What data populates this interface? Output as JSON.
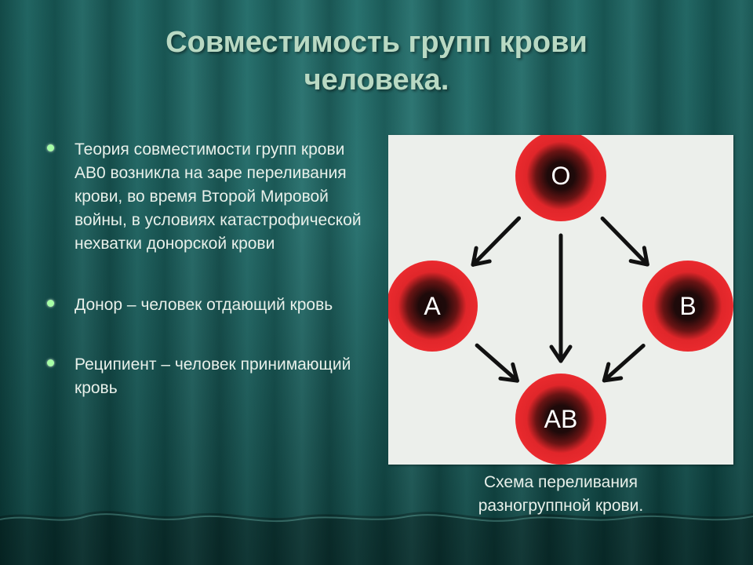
{
  "slide": {
    "title_line1": "Совместимость групп крови",
    "title_line2": "человека."
  },
  "bullets": [
    {
      "text": "Теория совместимости групп крови АВ0 возникла на заре переливания крови, во время Второй Мировой войны, в условиях катастрофической нехватки донорской крови"
    },
    {
      "text": "Донор –  человек отдающий кровь"
    },
    {
      "text": "Реципиент – человек принимающий кровь"
    }
  ],
  "diagram": {
    "nodes": [
      {
        "id": "O",
        "label": "O"
      },
      {
        "id": "A",
        "label": "A"
      },
      {
        "id": "B",
        "label": "B"
      },
      {
        "id": "AB",
        "label": "AB"
      }
    ],
    "edges": [
      {
        "from": "O",
        "to": "A"
      },
      {
        "from": "O",
        "to": "B"
      },
      {
        "from": "O",
        "to": "AB"
      },
      {
        "from": "A",
        "to": "AB"
      },
      {
        "from": "B",
        "to": "AB"
      }
    ],
    "colors": {
      "outer": "#e8262a",
      "inner": "#1a0808",
      "arrow": "#111111",
      "panel": "#ecefeb"
    },
    "caption_line1": "Схема переливания",
    "caption_line2": "разногруппной крови."
  },
  "theme": {
    "title_color": "#b9d9c3",
    "bullet_color": "#a6ffa6",
    "text_color": "#e8f0ea"
  }
}
